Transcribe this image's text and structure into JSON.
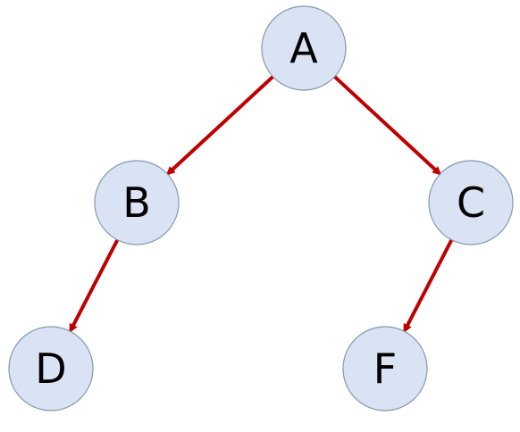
{
  "diagram": {
    "type": "binary-tree",
    "edge_color": "#c00000",
    "node_fill": "#dae3f3",
    "node_stroke": "#8497b0",
    "nodes": [
      {
        "id": "A",
        "label": "A"
      },
      {
        "id": "B",
        "label": "B"
      },
      {
        "id": "C",
        "label": "C"
      },
      {
        "id": "D",
        "label": "D"
      },
      {
        "id": "F",
        "label": "F"
      }
    ],
    "edges": [
      {
        "from": "A",
        "to": "B"
      },
      {
        "from": "A",
        "to": "C"
      },
      {
        "from": "B",
        "to": "D"
      },
      {
        "from": "C",
        "to": "F"
      }
    ]
  }
}
